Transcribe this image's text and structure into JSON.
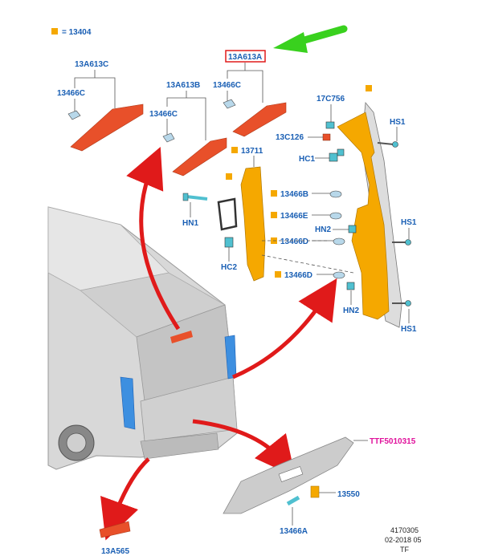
{
  "colors": {
    "label_blue": "#1a5fb4",
    "highlight_orange": "#f5a800",
    "lamp_red": "#e8502a",
    "link_magenta": "#e0129c",
    "arrow_red": "#e01a1a",
    "arrow_green": "#39d11e",
    "bracket_red": "#e01a1a"
  },
  "legend": {
    "text": "= 13404"
  },
  "labels": {
    "p13A613C": "13A613C",
    "p13466C_left": "13466C",
    "p13A613B": "13A613B",
    "p13466C_mid1": "13466C",
    "p13466C_mid2": "13466C",
    "p13A613A": "13A613A",
    "p13711": "13711",
    "p17C756": "17C756",
    "p13C126": "13C126",
    "pHC1": "HC1",
    "pHS1_top": "HS1",
    "p13466B": "13466B",
    "p13466E": "13466E",
    "p13466D_1": "13466D",
    "p13466D_2": "13466D",
    "pHN1": "HN1",
    "pHN2_1": "HN2",
    "pHN2_2": "HN2",
    "pHC2": "HC2",
    "pHS1_mid": "HS1",
    "pHS1_bot": "HS1",
    "pTTF": "TTF5010315",
    "p13550": "13550",
    "p13466A": "13466A",
    "p13A565": "13A565"
  },
  "footer": {
    "doc_number": "4170305",
    "date": "02-2018 05",
    "code": "TF"
  }
}
